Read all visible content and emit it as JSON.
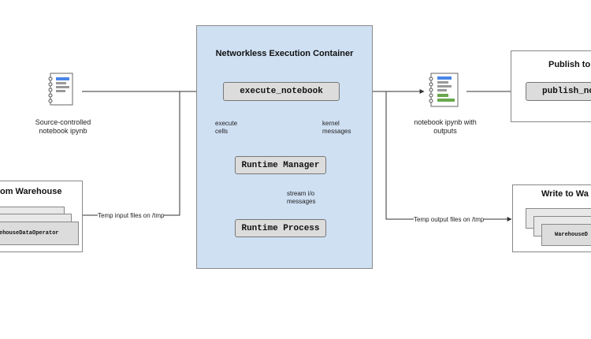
{
  "container": {
    "title": "Networkless Execution Container"
  },
  "nodes": {
    "execute_notebook": "execute_notebook",
    "runtime_manager": "Runtime Manager",
    "runtime_process": "Runtime Process",
    "publish_notebook": "publish_no",
    "warehouse_read_op": "ehouseDataOperator",
    "warehouse_write_op": "WarehouseD"
  },
  "panels": {
    "from_warehouse": "om Warehouse",
    "publish_to": "Publish to",
    "write_to_warehouse": "Write to Wa"
  },
  "labels": {
    "source_notebook": [
      "Source-controlled",
      "notebook ipynb"
    ],
    "output_notebook": [
      "notebook ipynb with",
      "outputs"
    ],
    "execute_cells": [
      "execute",
      "cells"
    ],
    "kernel_messages": [
      "kernel",
      "messages"
    ],
    "stream_io": [
      "stream i/o",
      "messages"
    ],
    "temp_input": "Temp input files on /tmp",
    "temp_output": "Temp output files on /tmp"
  },
  "colors": {
    "container_fill": "#cfe0f3",
    "node_fill": "#dcdcdc",
    "icon_blue": "#4a86e8",
    "icon_green": "#6aa84f",
    "icon_gray": "#999999"
  },
  "icons": [
    "notebook-icon",
    "notebook-with-outputs-icon"
  ]
}
